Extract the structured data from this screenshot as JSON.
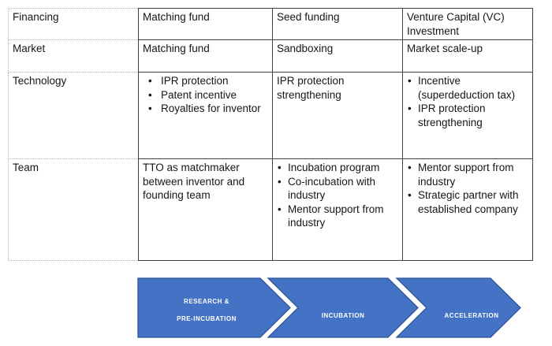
{
  "table": {
    "rows": [
      {
        "header": "Financing",
        "cells": [
          {
            "text": "Matching fund"
          },
          {
            "text": "Seed funding"
          },
          {
            "text": "Venture Capital (VC) Investment"
          }
        ]
      },
      {
        "header": "Market",
        "cells": [
          {
            "text": "Matching fund"
          },
          {
            "text": "Sandboxing"
          },
          {
            "text": "Market scale-up"
          }
        ]
      },
      {
        "header": "Technology",
        "cells": [
          {
            "items": [
              "IPR protection",
              "Patent incentive",
              "Royalties for inventor"
            ]
          },
          {
            "text": "IPR protection strengthening"
          },
          {
            "items": [
              "Incentive (superdeduction tax)",
              "IPR protection strengthening"
            ]
          }
        ]
      },
      {
        "header": "Team",
        "cells": [
          {
            "text": "TTO as matchmaker between inventor and founding team"
          },
          {
            "items": [
              "Incubation program",
              "Co-incubation with industry",
              "Mentor support from industry"
            ]
          },
          {
            "items": [
              "Mentor support from industry",
              "Strategic partner with established company"
            ]
          }
        ]
      }
    ]
  },
  "process_arrows": [
    {
      "lines": [
        "RESEARCH &",
        "PRE-INCUBATION"
      ]
    },
    {
      "lines": [
        "INCUBATION"
      ]
    },
    {
      "lines": [
        "ACCELERATION"
      ]
    }
  ],
  "colors": {
    "arrow_fill": "#4472C4",
    "arrow_border": "#2F5597",
    "arrow_text": "#FFFFFF",
    "grid_solid": "#404040",
    "grid_dotted": "#B3B3B3"
  }
}
